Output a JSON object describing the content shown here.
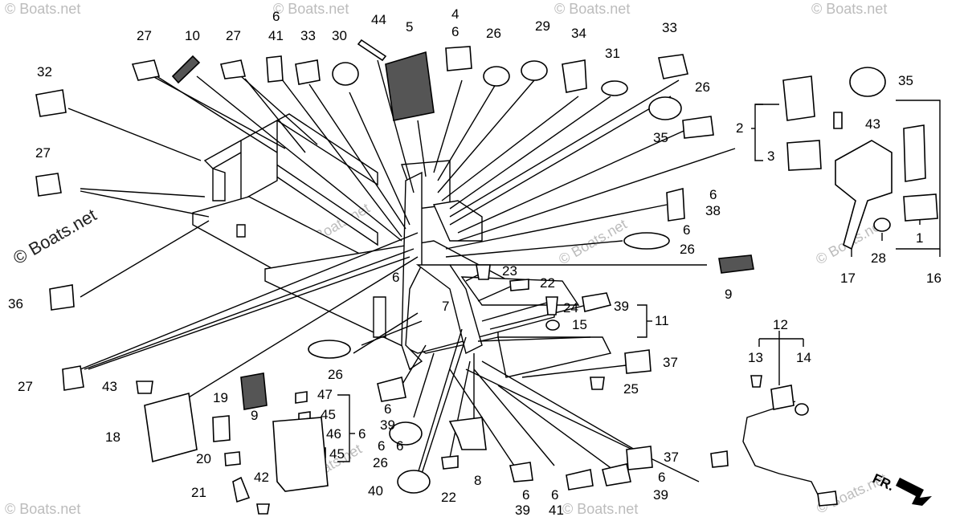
{
  "watermark_main": "© Boats.net",
  "watermark_faint": "© Boats.net",
  "direction_label": "FR.",
  "labels": [
    "27",
    "10",
    "27",
    "6",
    "41",
    "33",
    "30",
    "44",
    "5",
    "4",
    "6",
    "26",
    "29",
    "34",
    "31",
    "33",
    "32",
    "35",
    "26",
    "2",
    "43",
    "35",
    "3",
    "27",
    "6",
    "38",
    "6",
    "26",
    "1",
    "9",
    "36",
    "28",
    "17",
    "16",
    "23",
    "22",
    "6",
    "7",
    "24",
    "39",
    "15",
    "11",
    "12",
    "13",
    "14",
    "27",
    "43",
    "26",
    "37",
    "9",
    "19",
    "47",
    "45",
    "46",
    "6",
    "25",
    "18",
    "39",
    "6",
    "45",
    "37",
    "20",
    "6",
    "26",
    "8",
    "6",
    "21",
    "42",
    "40",
    "22",
    "39",
    "41",
    "39"
  ]
}
